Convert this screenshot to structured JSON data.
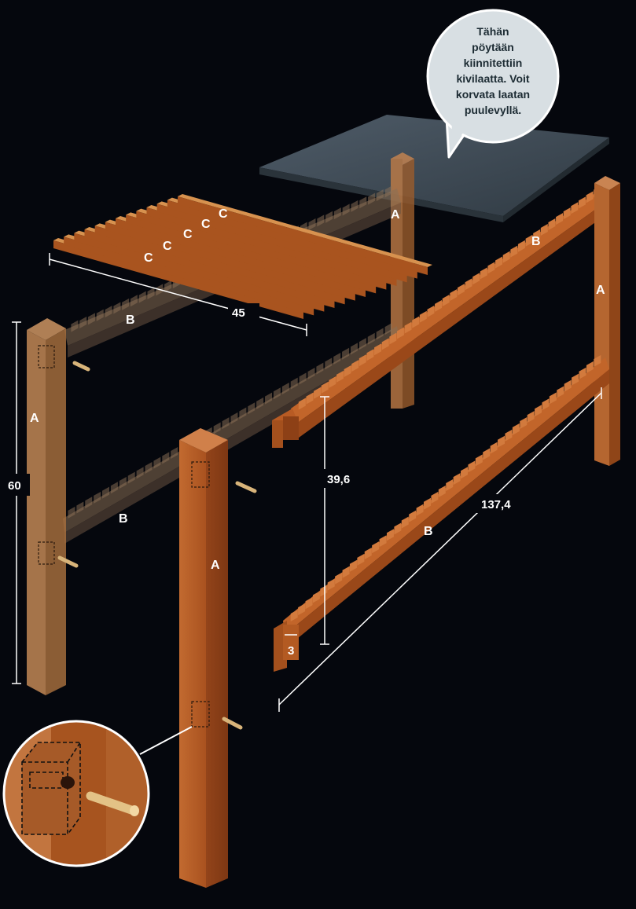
{
  "callout": {
    "lines": [
      "Tähän",
      "pöytään",
      "kiinnitettiin",
      "kivilaatta. Voit",
      "korvata laatan",
      "puulevyllä."
    ]
  },
  "parts": {
    "a": "A",
    "b": "B",
    "c": "C"
  },
  "dimensions": {
    "slat_width": "45",
    "leg_height": "60",
    "rail_height": "39,6",
    "rail_length": "137,4",
    "tenon": "3"
  },
  "colors": {
    "background": "#05070d",
    "wood_light": "#c8743a",
    "wood_mid": "#b25a26",
    "wood_dark": "#8a3f17",
    "slab": "#3f4b55",
    "bubble": "#d8dfe3",
    "bubble_border": "#ffffff"
  }
}
